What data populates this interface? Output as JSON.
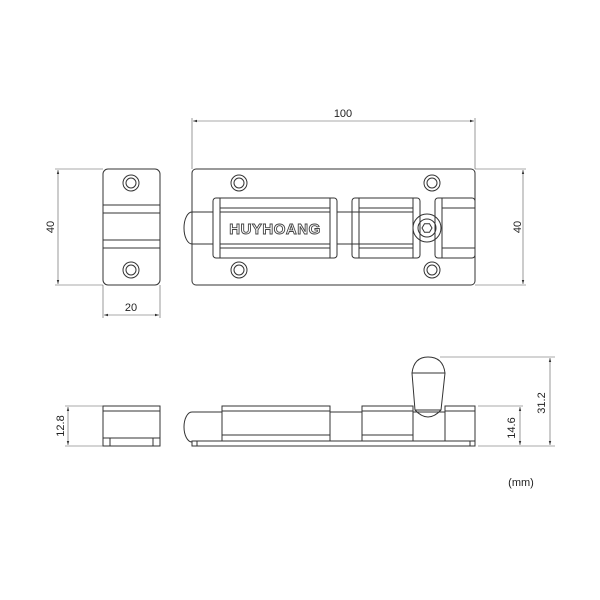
{
  "drawing": {
    "brand": "HUYHOANG",
    "unit_label": "(mm)",
    "dimensions": {
      "strike_height": "40",
      "strike_width": "20",
      "bolt_length": "100",
      "bolt_height": "40",
      "strike_thickness": "12.8",
      "bolt_body_height": "14.6",
      "bolt_total_height": "31.2"
    }
  }
}
